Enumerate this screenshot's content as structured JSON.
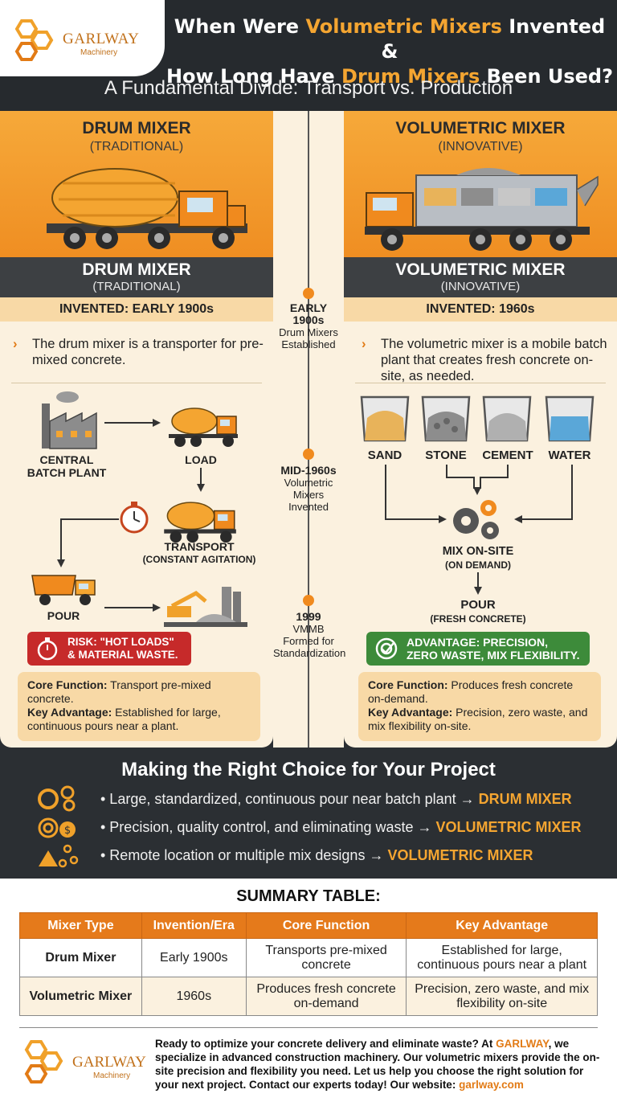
{
  "header": {
    "brand": "GARLWAY",
    "brand_sub": "Machinery",
    "title_part1": "When Were ",
    "title_hl1": "Volumetric Mixers",
    "title_part2": " Invented &",
    "title_part3": "How Long Have ",
    "title_hl2": "Drum Mixers",
    "title_part4": " Been Used?",
    "subtitle": "A Fundamental Divide: Transport vs. Production"
  },
  "drum": {
    "hero_title": "DRUM MIXER",
    "hero_sub": "(TRADITIONAL)",
    "band_title": "DRUM MIXER",
    "band_sub": "(TRADITIONAL)",
    "invented": "INVENTED: EARLY 1900s",
    "desc": "The drum mixer is a transporter for pre-mixed concrete.",
    "steps": {
      "plant1": "CENTRAL",
      "plant2": "BATCH PLANT",
      "load": "LOAD",
      "transport": "TRANSPORT",
      "transport_sub": "(CONSTANT AGITATION)",
      "pour": "POUR"
    },
    "risk1": "RISK: \"HOT LOADS\"",
    "risk2": "& MATERIAL WASTE.",
    "core_label": "Core Function:",
    "core_text": " Transport pre-mixed concrete.",
    "adv_label": "Key Advantage:",
    "adv_text": " Established for large, continuous pours near a plant."
  },
  "volumetric": {
    "hero_title": "VOLUMETRIC MIXER",
    "hero_sub": "(INNOVATIVE)",
    "band_title": "VOLUMETRIC MIXER",
    "band_sub": "(INNOVATIVE)",
    "invented": "INVENTED: 1960s",
    "desc": "The volumetric mixer is a mobile batch plant that creates fresh concrete on-site, as needed.",
    "bins": [
      "SAND",
      "STONE",
      "CEMENT",
      "WATER"
    ],
    "mix": "MIX ON-SITE",
    "mix_sub": "(ON DEMAND)",
    "pour": "POUR",
    "pour_sub": "(FRESH CONCRETE)",
    "adv1": "ADVANTAGE: PRECISION,",
    "adv2": "ZERO WASTE, MIX FLEXIBILITY.",
    "core_label": "Core Function:",
    "core_text": " Produces fresh concrete on-demand.",
    "adv_label": "Key Advantage:",
    "adv_text": " Precision, zero waste, and mix flexibility on-site."
  },
  "timeline": [
    {
      "year1": "EARLY",
      "year2": "1900s",
      "text1": "Drum Mixers",
      "text2": "Established",
      "text3": ""
    },
    {
      "year1": "MID-1960s",
      "year2": "",
      "text1": "Volumetric",
      "text2": "Mixers",
      "text3": "Invented"
    },
    {
      "year1": "1999",
      "year2": "",
      "text1": "VMMB",
      "text2": "Formed for",
      "text3": "Standardization"
    }
  ],
  "choice": {
    "title": "Making the Right Choice for Your Project",
    "items": [
      {
        "text": "• Large, standardized, continuous pour near batch plant → ",
        "result": "DRUM MIXER"
      },
      {
        "text": "• Precision, quality control, and eliminating waste → ",
        "result": "VOLUMETRIC MIXER"
      },
      {
        "text": "• Remote location or multiple mix designs → ",
        "result": "VOLUMETRIC MIXER"
      }
    ]
  },
  "summary": {
    "title": "SUMMARY TABLE:",
    "headers": [
      "Mixer Type",
      "Invention/Era",
      "Core Function",
      "Key Advantage"
    ],
    "rows": [
      [
        "Drum Mixer",
        "Early 1900s",
        "Transports pre-mixed concrete",
        "Established for large, continuous pours near a plant"
      ],
      [
        "Volumetric Mixer",
        "1960s",
        "Produces fresh concrete on-demand",
        "Precision, zero waste, and mix flexibility on-site"
      ]
    ]
  },
  "footer": {
    "brand": "GARLWAY",
    "brand_sub": "Machinery",
    "text1": "Ready to optimize your concrete delivery and eliminate waste? At ",
    "brand_inline": "GARLWAY",
    "text2": ", we specialize in advanced construction machinery. Our volumetric mixers provide the on-site precision and flexibility you need. Let us help you choose the right solution for your next project. Contact our experts today! Our website: ",
    "website": "garlway.com"
  },
  "colors": {
    "accent": "#f08a1e",
    "dark": "#2b2f33",
    "cream": "#fbf1df",
    "risk": "#c62a2a",
    "advantage": "#3d8b3a"
  }
}
